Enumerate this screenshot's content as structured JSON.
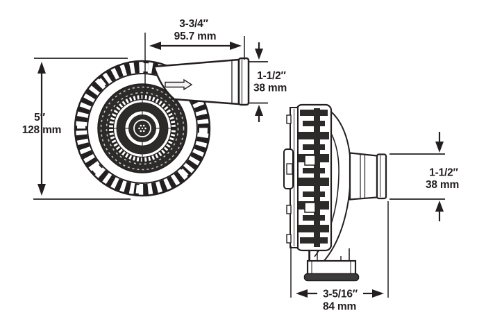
{
  "page": {
    "background_color": "#ffffff",
    "ink_color": "#231f20"
  },
  "diagram": {
    "views": {
      "front_view": "pump-front-view",
      "side_view": "pump-side-view"
    },
    "icons": {
      "flow_arrow": "flow-direction-arrow"
    },
    "dimensions": {
      "top_width": {
        "inches": "3-3/4″",
        "metric": "95.7 mm"
      },
      "height": {
        "inches": "5″",
        "metric": "128 mm"
      },
      "front_outlet": {
        "inches": "1-1/2″",
        "metric": "38 mm"
      },
      "side_outlet": {
        "inches": "1-1/2″",
        "metric": "38 mm"
      },
      "depth": {
        "inches": "3-5/16″",
        "metric": "84 mm"
      }
    }
  }
}
